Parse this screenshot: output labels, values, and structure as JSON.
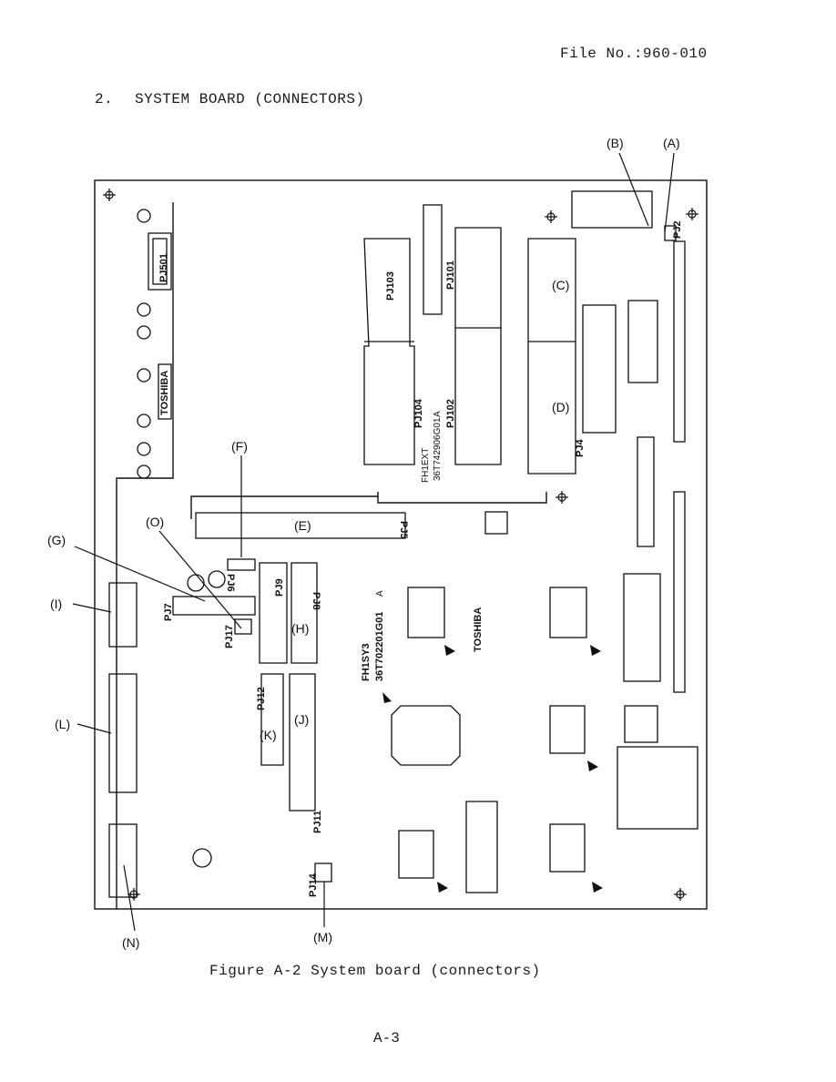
{
  "header": {
    "file_number": "File No.:960-010",
    "section_number": "2.",
    "section_title": "SYSTEM BOARD (CONNECTORS)"
  },
  "figure": {
    "caption": "Figure A-2 System board (connectors)",
    "callouts": {
      "A": "(A)",
      "B": "(B)",
      "C": "(C)",
      "D": "(D)",
      "E": "(E)",
      "F": "(F)",
      "G": "(G)",
      "H": "(H)",
      "I": "(I)",
      "J": "(J)",
      "K": "(K)",
      "L": "(L)",
      "M": "(M)",
      "N": "(N)",
      "O": "(O)"
    },
    "silkscreen": {
      "pj501": "PJ501",
      "pj103": "PJ103",
      "pj101": "PJ101",
      "pj104": "PJ104",
      "pj102": "PJ102",
      "pj2": "PJ2",
      "pj4": "PJ4",
      "pj5": "PJ5",
      "pj6": "PJ6",
      "pj7": "PJ7",
      "pj8": "PJ8",
      "pj9": "PJ9",
      "pj11": "PJ11",
      "pj12": "PJ12",
      "pj14": "PJ14",
      "pj17": "PJ17",
      "brand_left": "TOSHIBA",
      "brand_center": "TOSHIBA",
      "board_ext": "FH1EXT",
      "board_ext_part": "36T742906G01",
      "board_ext_rev": "A",
      "board_sys": "FH1SY3",
      "board_sys_part": "36T702201G01",
      "board_sys_rev": "A"
    }
  },
  "footer": {
    "page_number": "A-3"
  }
}
